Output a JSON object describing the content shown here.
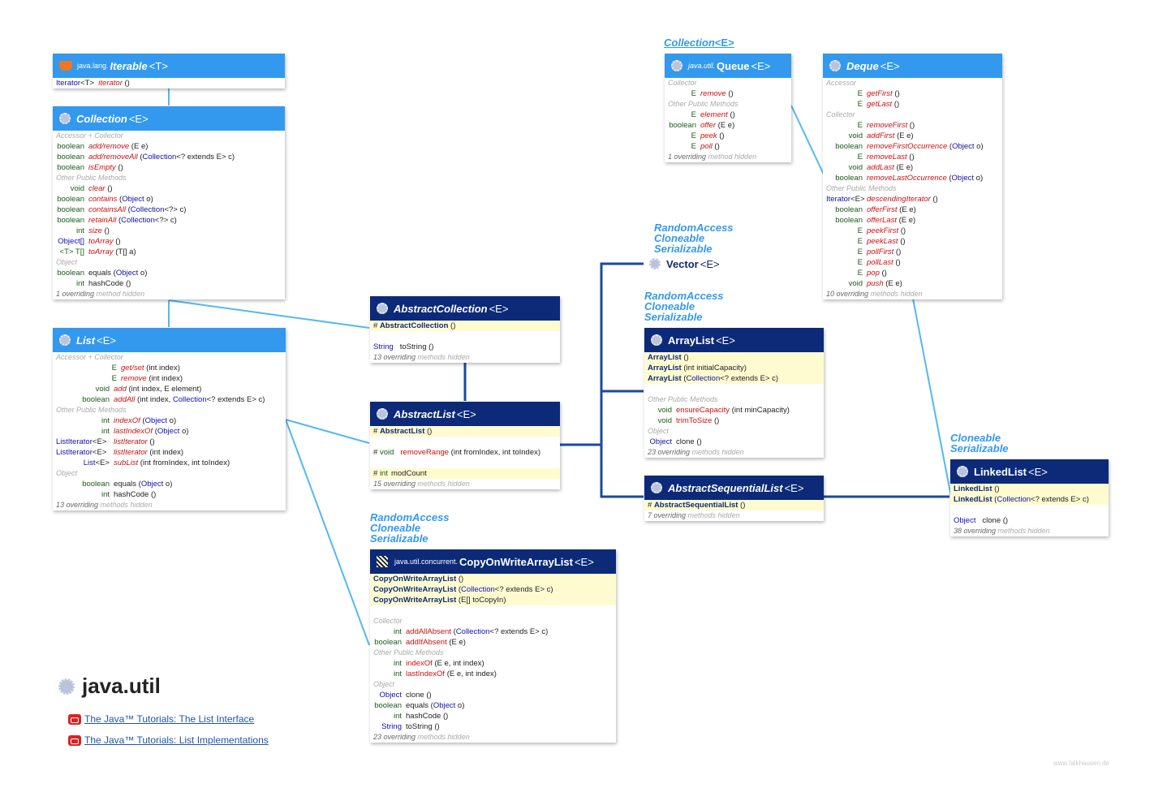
{
  "package": {
    "name": "java.util"
  },
  "links": [
    {
      "label": "The Java™ Tutorials: The List Interface"
    },
    {
      "label": "The Java™ Tutorials: List Implementations"
    }
  ],
  "watermark": "www.falkhausen.de",
  "labels": {
    "queue_super": "Collection",
    "queue_super_tp": "<E>",
    "vector_ifaces": [
      "RandomAccess",
      "Cloneable",
      "Serializable"
    ],
    "arraylist_ifaces": [
      "RandomAccess",
      "Cloneable",
      "Serializable"
    ],
    "linkedlist_ifaces": [
      "Cloneable",
      "Serializable"
    ],
    "cowal_ifaces": [
      "RandomAccess",
      "Cloneable",
      "Serializable"
    ]
  },
  "vector": {
    "name": "Vector",
    "tp": "<E>"
  },
  "boxes": {
    "iterable": {
      "pkg": "java.lang.",
      "name": "Iterable",
      "tp": "<T>",
      "r1_type": "Iterator",
      "r1_tp": "<T>",
      "r1_m": "iterator",
      "r1_args": " ()"
    },
    "collection": {
      "name": "Collection",
      "tp": "<E>",
      "sec1": "Accessor + Collector",
      "sec2": "Other Public Methods",
      "sec3": "Object",
      "t_bool": "boolean",
      "t_void": "void",
      "t_int": "int",
      "t_obj_arr": "Object[]",
      "t_gen_arr": "<T>  T[]",
      "m_addremove": "add/remove",
      "a_addremove": " (E e)",
      "m_addremoveall": "add/removeAll",
      "k_coll": "Collection",
      "a_addremoveall": "<? extends E> c)",
      "m_isempty": "isEmpty",
      "a_empty": " ()",
      "m_clear": "clear",
      "m_contains": "contains",
      "k_object": "Object",
      "a_o": " o)",
      "m_containsall": "containsAll",
      "a_wild": "<?> c)",
      "m_retainall": "retainAll",
      "m_size": "size",
      "m_toarray": "toArray",
      "a_ta": " (T[] a)",
      "m_equals": "equals",
      "m_hashcode": "hashCode",
      "foot_n": "1 overriding",
      "foot_t": " method hidden"
    },
    "list": {
      "name": "List",
      "tp": "<E>",
      "sec1": "Accessor + Collector",
      "sec2": "Other Public Methods",
      "sec3": "Object",
      "t_e": "E",
      "t_void": "void",
      "t_bool": "boolean",
      "t_int": "int",
      "t_li": "ListIterator",
      "t_li_tp": "<E>",
      "t_list": "List",
      "t_list_tp": "<E>",
      "m_getset": "get/set",
      "a_idx": " (int index)",
      "m_remove": "remove",
      "m_add": "add",
      "a_add": " (int index, E element)",
      "m_addall": "addAll",
      "a_addall1": " (int index, ",
      "k_coll": "Collection",
      "a_addall2": "<? extends  E> c)",
      "m_indexof": "indexOf",
      "k_object": "Object",
      "a_o": " o)",
      "m_lastindexof": "lastIndexOf",
      "m_listiterator": "listIterator",
      "a_empty": " ()",
      "m_sublist": "subList",
      "a_sublist": " (int fromIndex, int toIndex)",
      "m_equals": "equals",
      "m_hashcode": "hashCode",
      "foot_n": "13 overriding",
      "foot_t": " methods hidden"
    },
    "abstractcollection": {
      "name": "AbstractCollection",
      "tp": "<E>",
      "ctor": "AbstractCollection",
      "ctor_args": " ()",
      "t_string": "String",
      "m_tostring": "toString",
      "a_empty": " ()",
      "foot_n": "13 overriding",
      "foot_t": " methods hidden"
    },
    "abstractlist": {
      "name": "AbstractList",
      "tp": "<E>",
      "ctor": "AbstractList",
      "ctor_args": " ()",
      "t_void": "void",
      "m_removerange": "removeRange",
      "a_rr": " (int fromIndex, int toIndex)",
      "t_int": "int",
      "f_modcount": "modCount",
      "foot_n": "15 overriding",
      "foot_t": " methods hidden"
    },
    "queue": {
      "pkg": "java.util.",
      "name": "Queue",
      "tp": "<E>",
      "sec1": "Collector",
      "sec2": "Other Public Methods",
      "t_e": "E",
      "t_bool": "boolean",
      "m_remove": "remove",
      "m_element": "element",
      "m_offer": "offer",
      "a_e": " (E e)",
      "m_peek": "peek",
      "m_poll": "poll",
      "a_empty": " ()",
      "foot_n": "1 overriding",
      "foot_t": " method hidden"
    },
    "deque": {
      "name": "Deque",
      "tp": "<E>",
      "sec1": "Accessor",
      "sec2": "Collector",
      "sec3": "Other Public Methods",
      "t_e": "E",
      "t_void": "void",
      "t_bool": "boolean",
      "t_it": "Iterator",
      "t_it_tp": "<E>",
      "m_getfirst": "getFirst",
      "m_getlast": "getLast",
      "m_removefirst": "removeFirst",
      "m_addfirst": "addFirst",
      "m_removefirstocc": "removeFirstOccurrence",
      "k_object": "Object",
      "a_o": " o)",
      "m_removelast": "removeLast",
      "m_addlast": "addLast",
      "m_removelastocc": "removeLastOccurrence",
      "m_descit": "descendingIterator",
      "m_offerfirst": "offerFirst",
      "m_offerlast": "offerLast",
      "m_peekfirst": "peekFirst",
      "m_peeklast": "peekLast",
      "m_pollfirst": "pollFirst",
      "m_polllast": "pollLast",
      "m_pop": "pop",
      "m_push": "push",
      "a_empty": " ()",
      "a_e": " (E e)",
      "foot_n": "10 overriding",
      "foot_t": " methods hidden"
    },
    "arraylist": {
      "name": "ArrayList",
      "tp": "<E>",
      "ctor": "ArrayList",
      "a_empty": " ()",
      "a_cap": " (int initialCapacity)",
      "k_coll": "Collection",
      "a_coll": "<? extends  E> c)",
      "sec1": "Other Public Methods",
      "sec2": "Object",
      "t_void": "void",
      "t_object": "Object",
      "m_ensure": "ensureCapacity",
      "a_min": " (int minCapacity)",
      "m_trim": "trimToSize",
      "m_clone": "clone",
      "foot_n": "23 overriding",
      "foot_t": " methods hidden"
    },
    "abstractsequentiallist": {
      "name": "AbstractSequentialList",
      "tp": "<E>",
      "ctor": "AbstractSequentialList",
      "ctor_args": " ()",
      "foot_n": "7 overriding",
      "foot_t": " methods hidden"
    },
    "linkedlist": {
      "name": "LinkedList",
      "tp": "<E>",
      "ctor": "LinkedList",
      "a_empty": " ()",
      "k_coll": "Collection",
      "a_coll": "<? extends  E> c)",
      "t_object": "Object",
      "m_clone": "clone",
      "foot_n": "38 overriding",
      "foot_t": " methods hidden"
    },
    "cowal": {
      "pkg": "java.util.concurrent.",
      "name": "CopyOnWriteArrayList",
      "tp": "<E>",
      "ctor": "CopyOnWriteArrayList",
      "a_empty": " ()",
      "k_coll": "Collection",
      "a_coll": "<? extends  E> c)",
      "a_arr": " (E[] toCopyIn)",
      "sec1": "Collector",
      "sec2": "Other Public Methods",
      "sec3": "Object",
      "t_int": "int",
      "t_bool": "boolean",
      "t_object": "Object",
      "t_string": "String",
      "m_addallabsent": "addAllAbsent",
      "m_addifabsent": "addIfAbsent",
      "a_e": " (E e)",
      "m_indexof": "indexOf",
      "a_ei": " (E e, int index)",
      "m_lastindexof": "lastIndexOf",
      "m_clone": "clone",
      "m_equals": "equals",
      "k_objarg": "Object",
      "a_o": " o)",
      "m_hashcode": "hashCode",
      "m_tostring": "toString",
      "foot_n": "23 overriding",
      "foot_t": " methods hidden"
    }
  },
  "colors": {
    "interface": "#3399ee",
    "class": "#0c2a78",
    "highlight": "#fffbd0",
    "method": "#cc1111"
  }
}
